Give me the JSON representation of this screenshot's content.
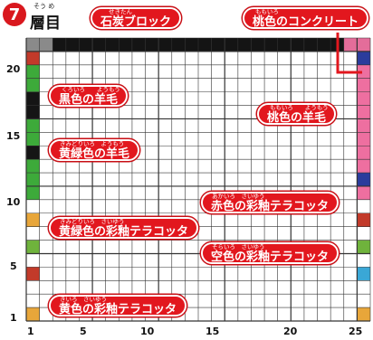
{
  "header": {
    "badge_number": "7",
    "title": "層目",
    "title_ruby": "そう め"
  },
  "grid": {
    "columns": 26,
    "rows": 21,
    "line_color": "#333333",
    "x_ticks": [
      "1",
      "5",
      "10",
      "15",
      "20",
      "25"
    ],
    "y_ticks": [
      "1",
      "5",
      "10",
      "15",
      "20"
    ]
  },
  "labels": [
    {
      "id": "coal",
      "text": "石炭ブロック",
      "ruby": "せきたん"
    },
    {
      "id": "peach-concrete",
      "text": "桃色のコンクリート",
      "ruby": "ももいろ"
    },
    {
      "id": "black-wool",
      "text": "黒色の羊毛",
      "ruby": "くろいろ　　ようもう"
    },
    {
      "id": "peach-wool",
      "text": "桃色の羊毛",
      "ruby": "ももいろ　　ようもう"
    },
    {
      "id": "lime-wool",
      "text": "黄緑色の羊毛",
      "ruby": "きみどりいろ　ようもう"
    },
    {
      "id": "red-terracotta",
      "text": "赤色の彩釉テラコッタ",
      "ruby": "あかいろ　さいゆう"
    },
    {
      "id": "lime-terracotta",
      "text": "黄緑色の彩釉テラコッタ",
      "ruby": "きみどりいろ　さいゆう"
    },
    {
      "id": "lightblue-terracotta",
      "text": "空色の彩釉テラコッタ",
      "ruby": "そらいろ　さいゆう"
    },
    {
      "id": "yellow-terracotta",
      "text": "黄色の彩釉テラコッタ",
      "ruby": "きいろ　さいゆう"
    }
  ],
  "colors": {
    "accent_red": "#e2171e",
    "coal": "#141414",
    "black_wool": "#151515",
    "lime_wool": "#3daa3a",
    "peach_wool": "#ee6fa0",
    "peach_concrete": "#e46d9a",
    "blue": "#2b3c9c",
    "yellow_terracotta": "#e8a63a",
    "red_terracotta": "#c23a2a",
    "lime_terracotta": "#6fb33c",
    "lightblue_terracotta": "#3aa7d6",
    "gray_edge": "#8a8a8a"
  }
}
